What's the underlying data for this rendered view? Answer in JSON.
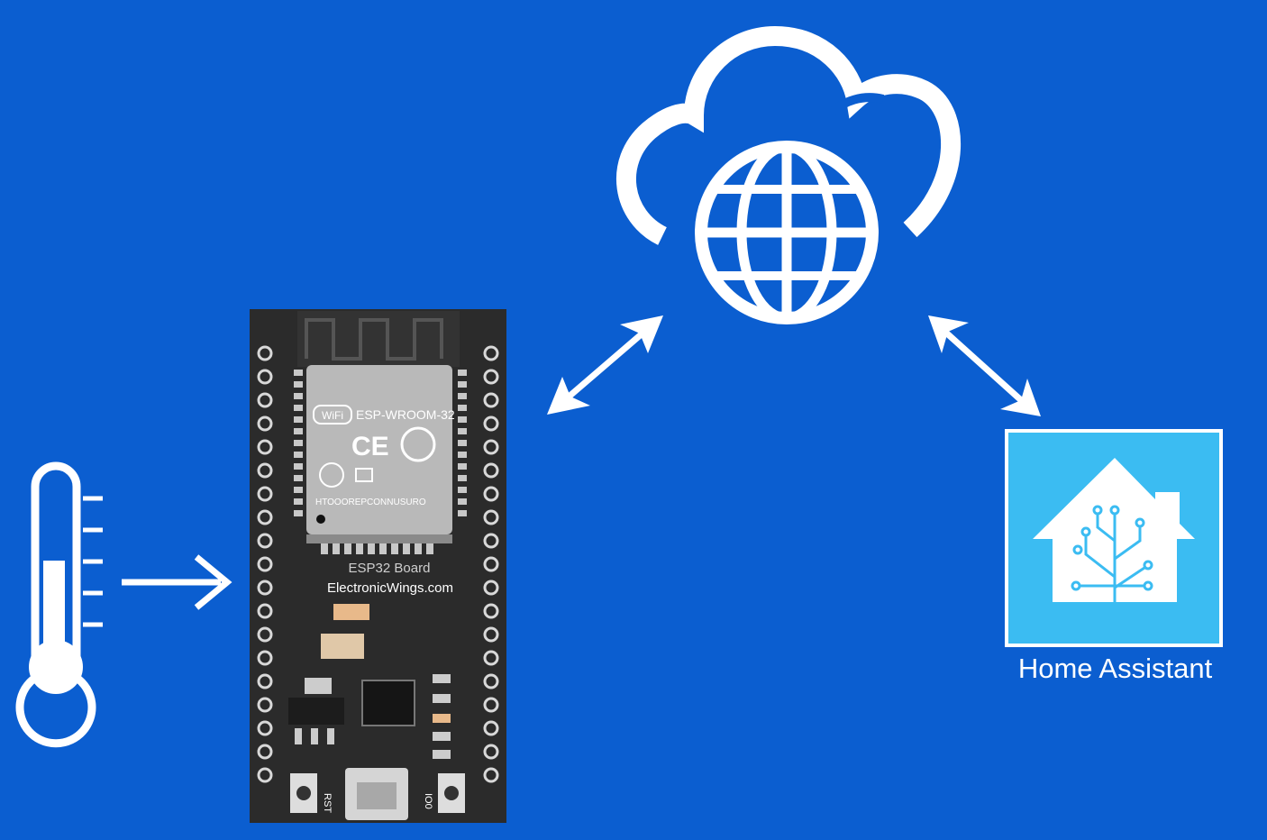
{
  "colors": {
    "background": "#0b5ed0",
    "foreground": "#ffffff",
    "board": "#2b2b2b",
    "module": "#b9b9b9",
    "ha_tile": "#3bbcf2"
  },
  "icons": {
    "sensor": "thermometer-icon",
    "cloud": "cloud-globe-icon",
    "hub": "home-assistant-logo"
  },
  "board": {
    "module_model": "ESP-WROOM-32",
    "module_brand": "WiFi",
    "module_code": "HTOOOREPCONNUSURO",
    "board_name": "ESP32 Board",
    "board_site": "ElectronicWings.com",
    "button_left": "RST",
    "button_right": "IO0"
  },
  "home_assistant": {
    "label": "Home Assistant"
  }
}
